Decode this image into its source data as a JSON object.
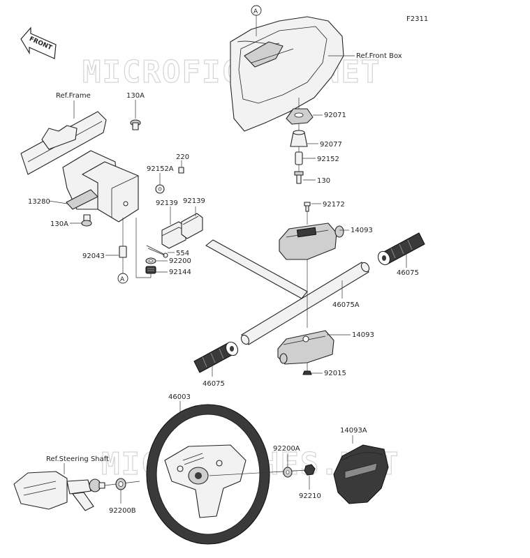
{
  "figure_code": "F2311",
  "watermark_text": "MICROFICHES.NET",
  "front_arrow_text": "FRONT",
  "ref_labels": {
    "frame": "Ref.Frame",
    "front_box": "Ref.Front Box",
    "steering_shaft": "Ref.Steering Shaft"
  },
  "view_marker": "A",
  "part_numbers": {
    "p130A_top": "130A",
    "p130A_bottom": "130A",
    "p13280": "13280",
    "p220": "220",
    "p92152A": "92152A",
    "p92139_left": "92139",
    "p92139_right": "92139",
    "p554": "554",
    "p92200": "92200",
    "p92144": "92144",
    "p92043": "92043",
    "p92071": "92071",
    "p92077": "92077",
    "p92152": "92152",
    "p130": "130",
    "p92172": "92172",
    "p14093_top": "14093",
    "p14093_bottom": "14093",
    "p46075_right": "46075",
    "p46075_left": "46075",
    "p46075A": "46075A",
    "p92015": "92015",
    "p46003": "46003",
    "p92200A": "92200A",
    "p14093A": "14093A",
    "p92210": "92210",
    "p92200B": "92200B"
  }
}
